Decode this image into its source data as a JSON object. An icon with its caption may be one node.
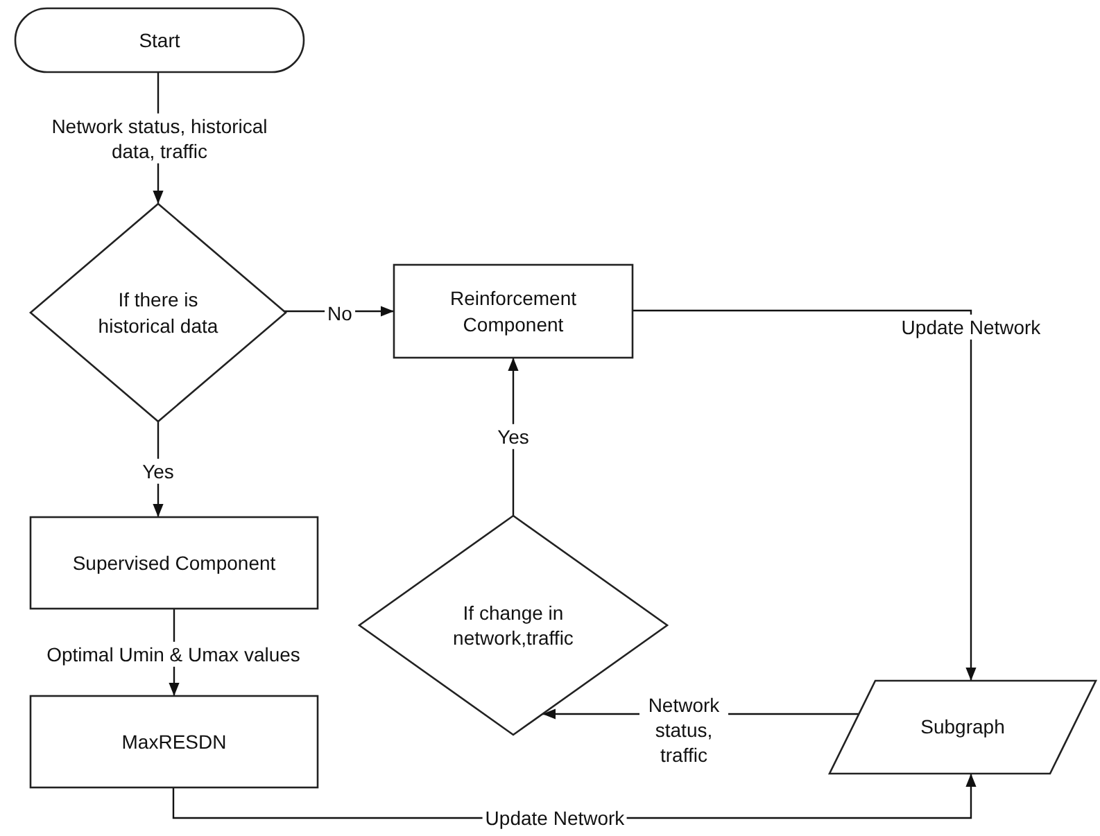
{
  "diagram": {
    "nodes": [
      {
        "text": [
          "Start"
        ]
      },
      {
        "text": [
          "If there is historical data"
        ]
      },
      {
        "text": [
          "Reinforcement Component"
        ]
      },
      {
        "text": [
          "Supervised Component"
        ]
      },
      {
        "text": [
          "If change in network,traffic"
        ]
      },
      {
        "text": [
          "MaxRESDN"
        ]
      },
      {
        "text": [
          "Subgraph"
        ]
      }
    ],
    "edges": [
      {
        "from": 0,
        "to": 1,
        "arrow": "to",
        "label": "Network status, historical data, traffic"
      },
      {
        "from": 1,
        "to": 2,
        "arrow": "to",
        "label": "No"
      },
      {
        "from": 1,
        "to": 3,
        "arrow": "to",
        "label": "Yes"
      },
      {
        "from": 3,
        "to": 5,
        "arrow": "to",
        "label": "Optimal Umin & Umax values"
      },
      {
        "from": 5,
        "to": 6,
        "arrow": "to",
        "label": "Update Network"
      },
      {
        "from": 2,
        "to": 6,
        "arrow": "to",
        "label": "Update Network"
      },
      {
        "from": 6,
        "to": 4,
        "arrow": "to",
        "label": "Network status, traffic"
      },
      {
        "from": 4,
        "to": 2,
        "arrow": "to",
        "label": "Yes"
      }
    ]
  }
}
